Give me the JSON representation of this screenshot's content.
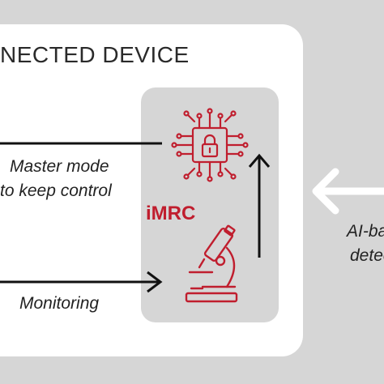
{
  "device_title": "NECTED DEVICE",
  "imrc_label": "iMRC",
  "labels": {
    "master_line1": "Master mode",
    "master_line2": "to keep control",
    "monitoring": "Monitoring"
  },
  "side_text": {
    "line1": "AI-ba",
    "line2": "detec"
  },
  "colors": {
    "accent_red": "#c01e2e",
    "panel_white": "#ffffff",
    "background_grey": "#d6d6d6",
    "line_black": "#111111"
  },
  "icons": {
    "chip": "chip-lock-icon",
    "microscope": "microscope-icon"
  }
}
